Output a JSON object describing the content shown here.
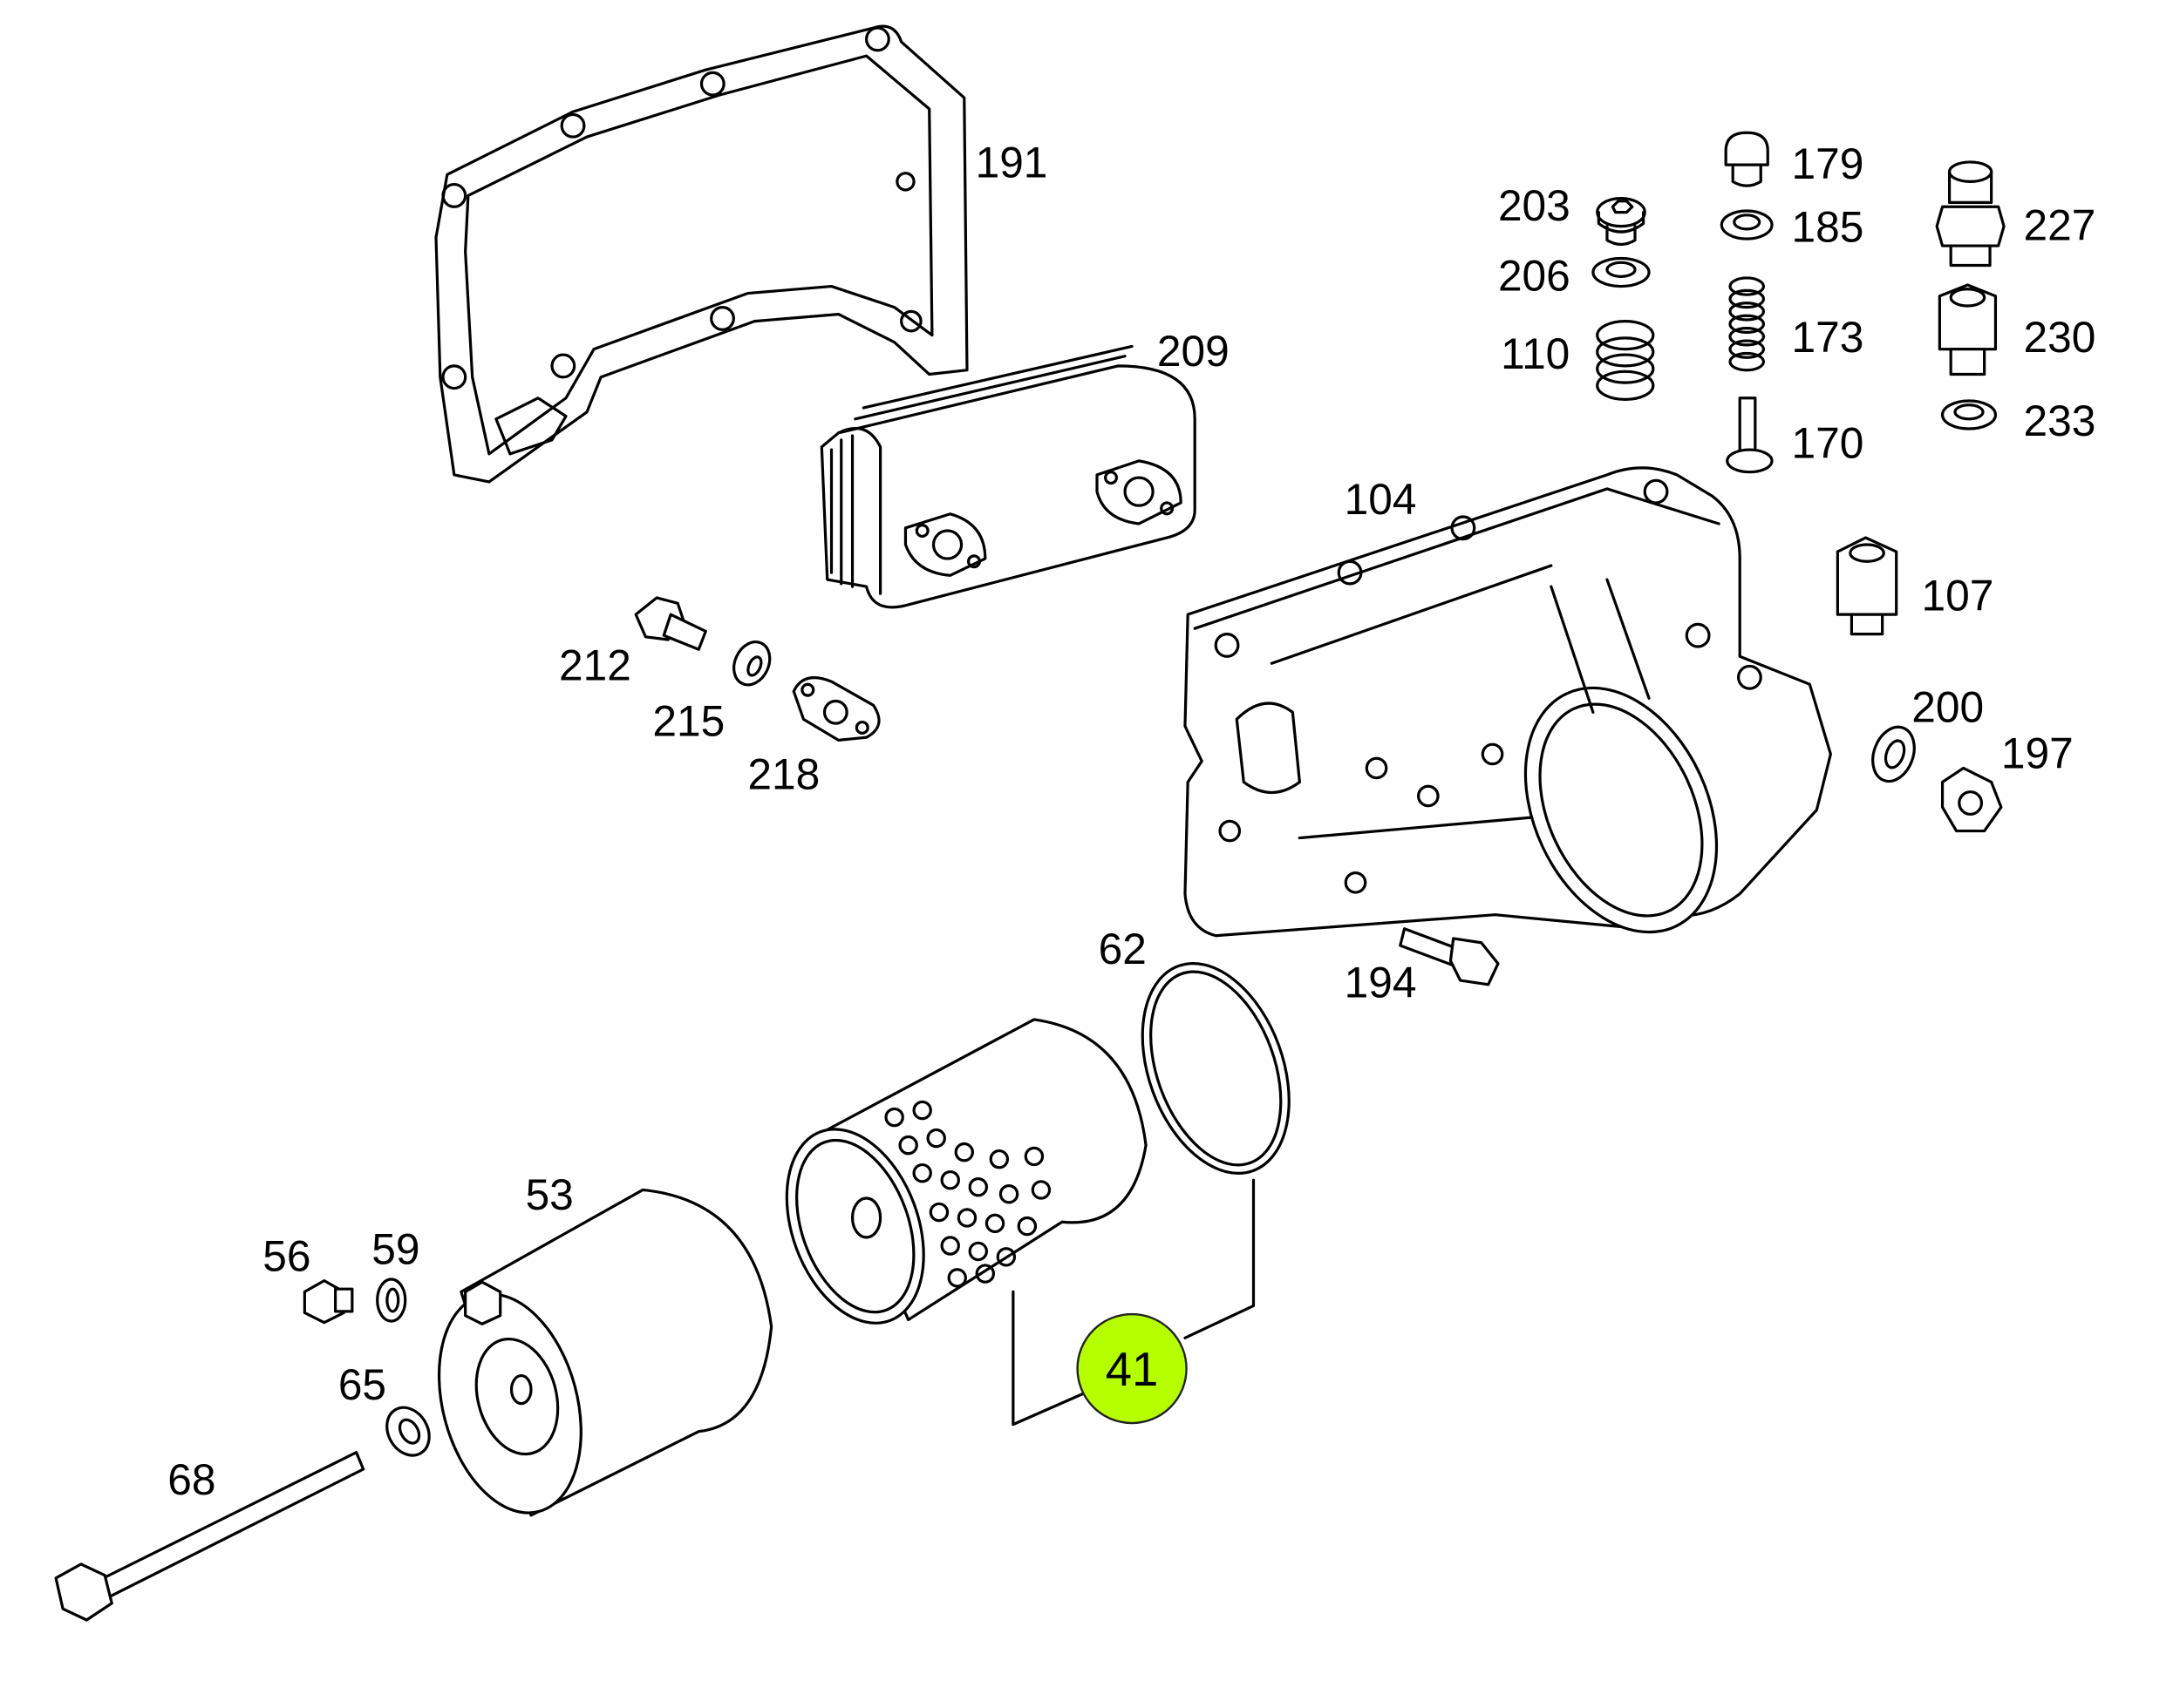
{
  "diagram": {
    "type": "exploded-parts-diagram",
    "highlight_color": "#b5ff00",
    "highlighted_part": "41",
    "labels": {
      "p191": "191",
      "p209": "209",
      "p203": "203",
      "p206": "206",
      "p110": "110",
      "p179": "179",
      "p185": "185",
      "p173": "173",
      "p170": "170",
      "p227": "227",
      "p230": "230",
      "p233": "233",
      "p104": "104",
      "p107": "107",
      "p200": "200",
      "p197": "197",
      "p212": "212",
      "p215": "215",
      "p218": "218",
      "p194": "194",
      "p62": "62",
      "p53": "53",
      "p56": "56",
      "p59": "59",
      "p65": "65",
      "p68": "68",
      "p41": "41"
    }
  }
}
